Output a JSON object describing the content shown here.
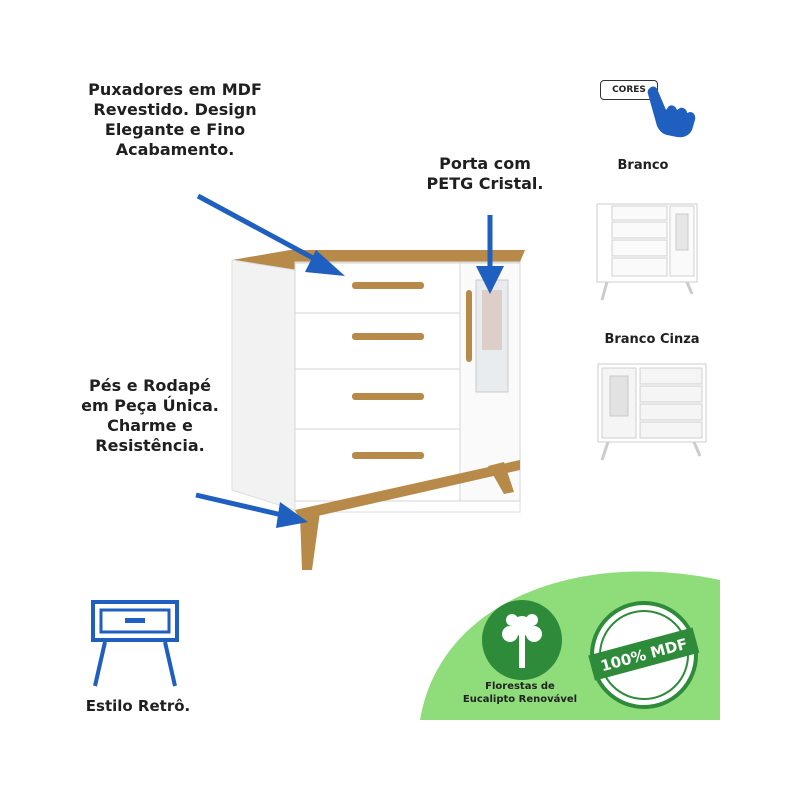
{
  "annotations": {
    "handles": [
      "Puxadores em MDF",
      "Revestido. Design",
      "Elegante e Fino",
      "Acabamento."
    ],
    "door": [
      "Porta com",
      "PETG Cristal."
    ],
    "feet": [
      "Pés e Rodapé",
      "em Peça Única.",
      "Charme e",
      "Resistência."
    ],
    "retro": "Estilo Retrô."
  },
  "colors_panel": {
    "button_label": "CORES",
    "options": [
      "Branco",
      "Branco Cinza"
    ]
  },
  "badges": {
    "eco": [
      "Florestas de",
      "Eucalipto Renovável"
    ],
    "mdf": "100% MDF"
  },
  "palette": {
    "arrow_blue": "#1f5fbf",
    "wood": "#b88a4a",
    "green_bg": "#8fdc7a",
    "badge_green": "#2e8b3a"
  }
}
